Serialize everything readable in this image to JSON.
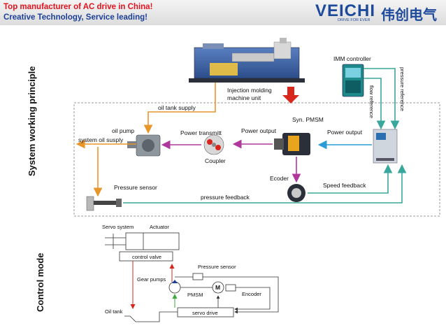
{
  "header": {
    "line1": "Top manufacturer of AC drive in China!",
    "line2": "Creative Technology, Service leading!",
    "brand": "VEICHI",
    "slogan": "DRIVE FOR EVER",
    "brand_cn": "伟创电气"
  },
  "section_titles": {
    "system": "System working principle",
    "control": "Control mode"
  },
  "system_diagram": {
    "machine_label_1": "Injection molding",
    "machine_label_2": "machine unit",
    "imm_controller": "IMM controller",
    "pressure_reference": "pressure reference",
    "flow_reference": "flow reference",
    "oil_tank_supply": "oil tank supply",
    "oil_pump": "oil pump",
    "system_oil_supply": "system oil susply",
    "power_transmit": "Power transmitt",
    "coupler": "Coupler",
    "power_output_1": "Power output",
    "syn_pmsm": "Syn. PMSM",
    "power_output_2": "Power output",
    "ecoder": "Ecoder",
    "speed_feedback": "Speed feedback",
    "pressure_sensor": "Pressure sensor",
    "pressure_feedback": "pressure feedback"
  },
  "control_diagram": {
    "servo_system": "Servo system",
    "actuator": "Actuator",
    "control_valve": "control valve",
    "gear_pumps": "Gear pumps",
    "pressure_sensor": "Pressure sensor",
    "motor_letter": "M",
    "pmsm": "PMSM",
    "encoder": "Encoder",
    "oil_tank": "Oil tank",
    "servo_drive": "servo drive"
  },
  "colors": {
    "orange": "#e8962a",
    "purple": "#b0389c",
    "blue": "#2a9bd6",
    "teal": "#3aa79c",
    "red": "#d9261c",
    "green": "#3aaa3a"
  }
}
